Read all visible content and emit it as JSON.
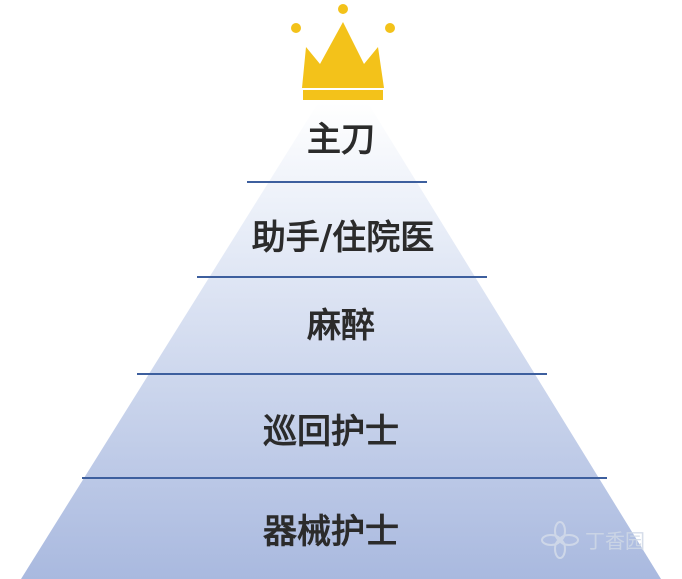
{
  "diagram": {
    "type": "hierarchy-pyramid",
    "top_icon": "crown-icon",
    "levels": [
      {
        "label": "主刀"
      },
      {
        "label": "助手/住院医"
      },
      {
        "label": "麻醉"
      },
      {
        "label": "巡回护士"
      },
      {
        "label": "器械护士"
      }
    ]
  },
  "colors": {
    "crown": "#f3c21a",
    "pyramid_top": "#ffffff",
    "pyramid_bottom": "#a9b9df",
    "divider": "#3d5f9e",
    "text": "#2b2b2b"
  },
  "watermark": {
    "text": "丁香园",
    "icon": "flower-icon"
  }
}
